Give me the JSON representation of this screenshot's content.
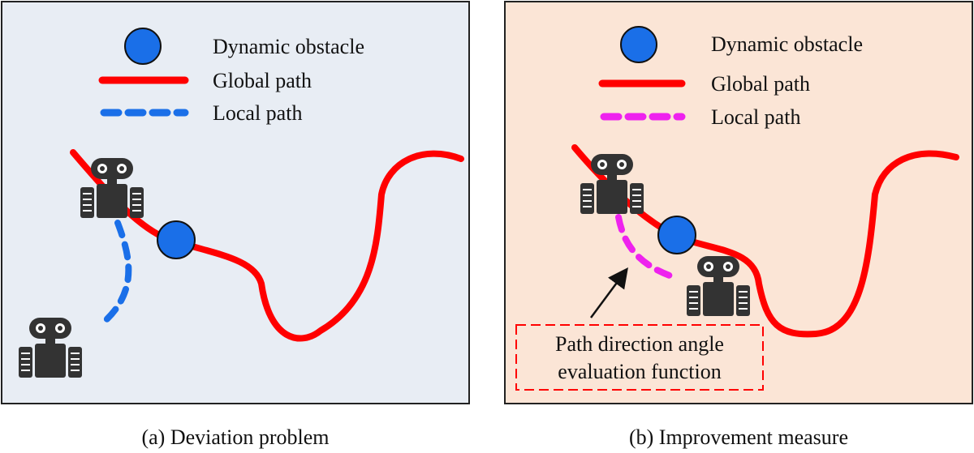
{
  "legend": {
    "obstacle": "Dynamic obstacle",
    "global": "Global path",
    "local": "Local path"
  },
  "panels": [
    {
      "caption": "(a) Deviation problem",
      "background": "#e8edf4",
      "local_path_color": "#1a6fe8"
    },
    {
      "caption": "(b) Improvement measure",
      "background": "#fbe5d6",
      "local_path_color": "#ee22ee",
      "annotation": {
        "line1": "Path direction angle",
        "line2": "evaluation function"
      }
    }
  ],
  "colors": {
    "global_path": "#ff0000",
    "obstacle_fill": "#1a6fe8",
    "robot": "#333333",
    "annotation_border": "#ff0000"
  },
  "icons": [
    "robot-icon",
    "obstacle-circle-icon"
  ]
}
